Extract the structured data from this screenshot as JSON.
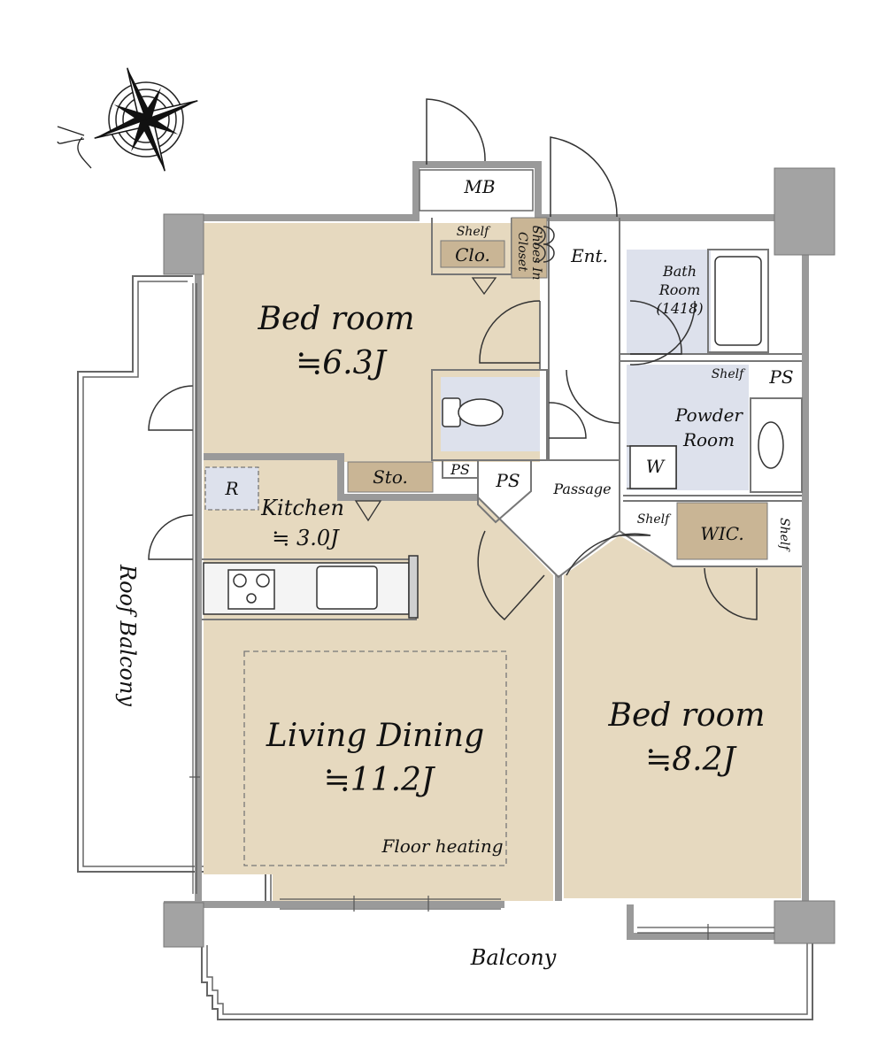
{
  "rooms": {
    "bedroom1": {
      "name": "Bed room",
      "size": "≒6.3J"
    },
    "kitchen": {
      "name": "Kitchen",
      "size": "≒ 3.0J"
    },
    "living": {
      "name": "Living Dining",
      "size": "≒11.2J",
      "note": "Floor heating"
    },
    "bedroom2": {
      "name": "Bed room",
      "size": "≒8.2J"
    },
    "bath": {
      "line1": "Bath",
      "line2": "Room",
      "line3": "(1418)"
    },
    "powder": {
      "line1": "Powder",
      "line2": "Room"
    },
    "wic": "WIC."
  },
  "labels": {
    "mb": "MB",
    "shelf": "Shelf",
    "clo": "Clo.",
    "shoes1": "Shoes In",
    "shoes2": "Closet",
    "ent": "Ent.",
    "ps": "PS",
    "sto": "Sto.",
    "r": "R",
    "w": "W",
    "passage": "Passage",
    "roof_balcony": "Roof Balcony",
    "balcony": "Balcony"
  },
  "colors": {
    "room_fill": "#e6d9bf",
    "storage_fill": "#c9b595",
    "wet_fill": "#dde1ec",
    "wall": "#9a9a9a",
    "column": "#a3a3a3"
  }
}
